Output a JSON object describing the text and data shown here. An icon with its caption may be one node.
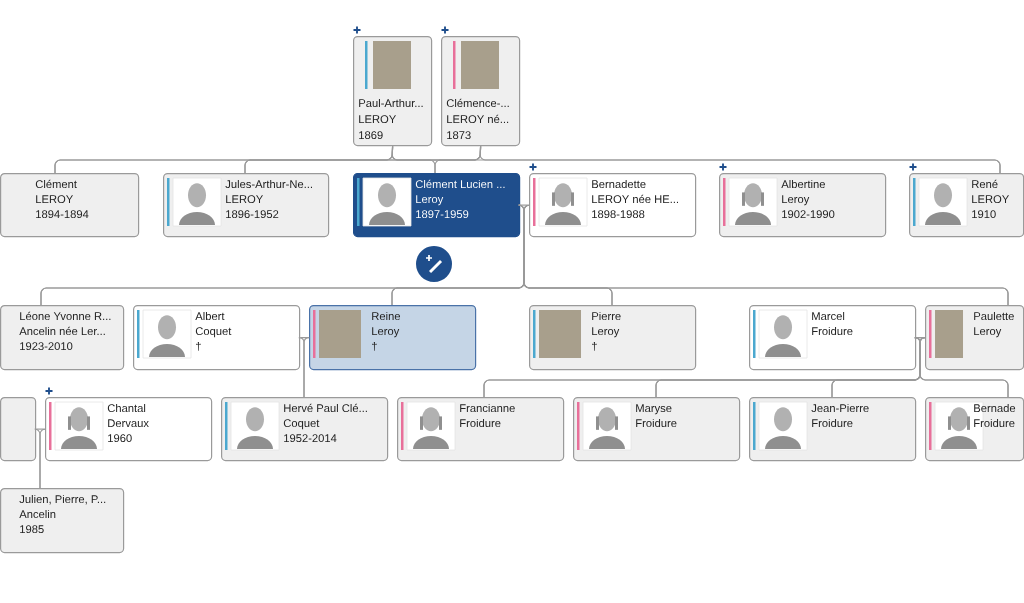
{
  "diagram": {
    "nodes": [
      {
        "text": [
          "Paul-Arthur...",
          "LEROY",
          "1869"
        ]
      },
      {
        "text": [
          "Clémence-...",
          "LEROY né...",
          "1873"
        ]
      },
      {
        "text": [
          "Clément",
          "LEROY",
          "1894-1894"
        ]
      },
      {
        "text": [
          "Jules-Arthur-Ne...",
          "LEROY",
          "1896-1952"
        ]
      },
      {
        "text": [
          "Clément Lucien ...",
          "Leroy",
          "1897-1959"
        ]
      },
      {
        "text": [
          "Bernadette",
          "LEROY née HE...",
          "1898-1988"
        ]
      },
      {
        "text": [
          "Albertine",
          "Leroy",
          "1902-1990"
        ]
      },
      {
        "text": [
          "René",
          "LEROY",
          "1910"
        ]
      },
      {
        "text": [
          "Léone Yvonne R...",
          "Ancelin née Ler...",
          "1923-2010"
        ]
      },
      {
        "text": [
          "Albert",
          "Coquet",
          "†"
        ]
      },
      {
        "text": [
          "Reine",
          "Leroy",
          "†"
        ]
      },
      {
        "text": [
          "Pierre",
          "Leroy",
          "†"
        ]
      },
      {
        "text": [
          "Marcel",
          "Froidure"
        ]
      },
      {
        "text": [
          "Paulette",
          "Leroy"
        ]
      },
      {
        "text": [],
        "shape": "box"
      },
      {
        "text": [
          "Chantal",
          "Dervaux",
          "1960"
        ]
      },
      {
        "text": [
          "Hervé Paul Clé...",
          "Coquet",
          "1952-2014"
        ]
      },
      {
        "text": [
          "Francianne",
          "Froidure"
        ]
      },
      {
        "text": [
          "Maryse",
          "Froidure"
        ]
      },
      {
        "text": [
          "Jean-Pierre",
          "Froidure"
        ]
      },
      {
        "text": [
          "Bernade",
          "Froidure"
        ]
      },
      {
        "text": [
          "Julien, Pierre, P...",
          "Ancelin",
          "1985"
        ]
      }
    ],
    "edges": [
      {
        "from": 0,
        "to": 2,
        "arrow": "none"
      },
      {
        "from": 0,
        "to": 3,
        "arrow": "none"
      },
      {
        "from": 0,
        "to": 4,
        "arrow": "none"
      },
      {
        "from": 0,
        "to": 7,
        "arrow": "none"
      },
      {
        "from": 1,
        "to": 2,
        "arrow": "none"
      },
      {
        "from": 1,
        "to": 3,
        "arrow": "none"
      },
      {
        "from": 1,
        "to": 4,
        "arrow": "none"
      },
      {
        "from": 1,
        "to": 7,
        "arrow": "none"
      },
      {
        "from": 4,
        "to": 5,
        "arrow": "none"
      },
      {
        "from": 4,
        "to": 8,
        "arrow": "none"
      },
      {
        "from": 4,
        "to": 10,
        "arrow": "none"
      },
      {
        "from": 4,
        "to": 11,
        "arrow": "none"
      },
      {
        "from": 4,
        "to": 13,
        "arrow": "none"
      },
      {
        "from": 5,
        "to": 8,
        "arrow": "none"
      },
      {
        "from": 5,
        "to": 10,
        "arrow": "none"
      },
      {
        "from": 5,
        "to": 11,
        "arrow": "none"
      },
      {
        "from": 5,
        "to": 13,
        "arrow": "none"
      },
      {
        "from": 9,
        "to": 10,
        "arrow": "none"
      },
      {
        "from": 9,
        "to": 16,
        "arrow": "none"
      },
      {
        "from": 10,
        "to": 16,
        "arrow": "none"
      },
      {
        "from": 12,
        "to": 13,
        "arrow": "none"
      },
      {
        "from": 12,
        "to": 17,
        "arrow": "none"
      },
      {
        "from": 12,
        "to": 18,
        "arrow": "none"
      },
      {
        "from": 12,
        "to": 19,
        "arrow": "none"
      },
      {
        "from": 12,
        "to": 20,
        "arrow": "none"
      },
      {
        "from": 13,
        "to": 17,
        "arrow": "none"
      },
      {
        "from": 13,
        "to": 18,
        "arrow": "none"
      },
      {
        "from": 13,
        "to": 19,
        "arrow": "none"
      },
      {
        "from": 13,
        "to": 20,
        "arrow": "none"
      },
      {
        "from": 14,
        "to": 15,
        "arrow": "none"
      },
      {
        "from": 14,
        "to": 21,
        "arrow": "none"
      },
      {
        "from": 15,
        "to": 21,
        "arrow": "none"
      }
    ]
  }
}
